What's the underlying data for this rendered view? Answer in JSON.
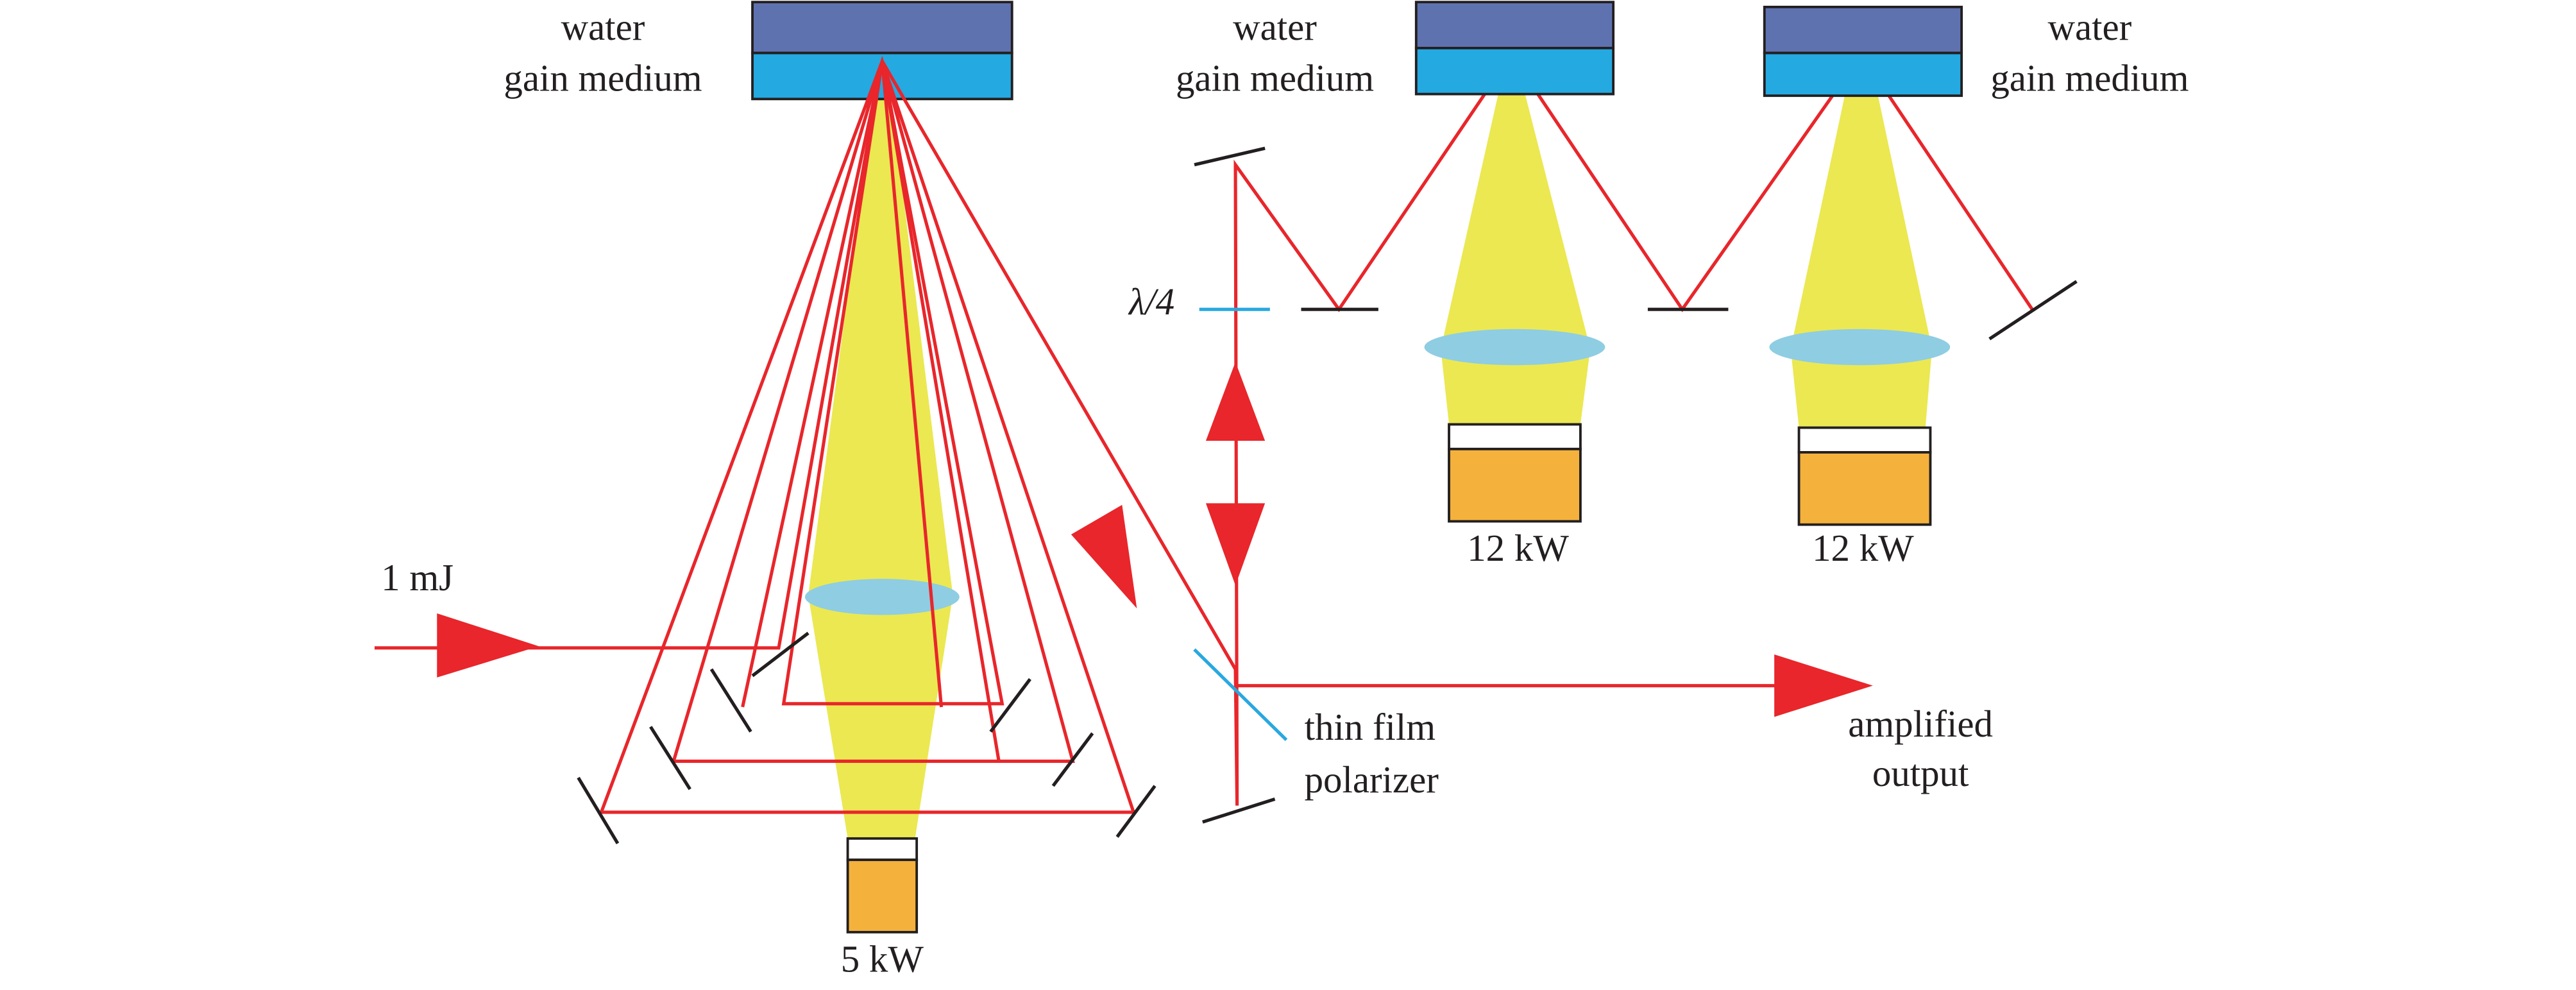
{
  "labels": {
    "module1_water": "water",
    "module1_gain": "gain medium",
    "module2_water": "water",
    "module2_gain": "gain medium",
    "module3_water": "water",
    "module3_gain": "gain medium",
    "input_energy": "1 mJ",
    "pump1_power": "5 kW",
    "pump2_power": "12 kW",
    "pump3_power": "12 kW",
    "waveplate": "λ/4",
    "polarizer_line1": "thin film",
    "polarizer_line2": "polarizer",
    "output_line1": "amplified",
    "output_line2": "output"
  },
  "colors": {
    "beam": "#e8262b",
    "water": "#5f72b0",
    "gain_medium": "#24a9e1",
    "pump_cone": "#ebe852",
    "lens": "#8fcde3",
    "diode": "#f4b23c",
    "optic_line": "#231f20",
    "polarizer": "#29a8df"
  }
}
